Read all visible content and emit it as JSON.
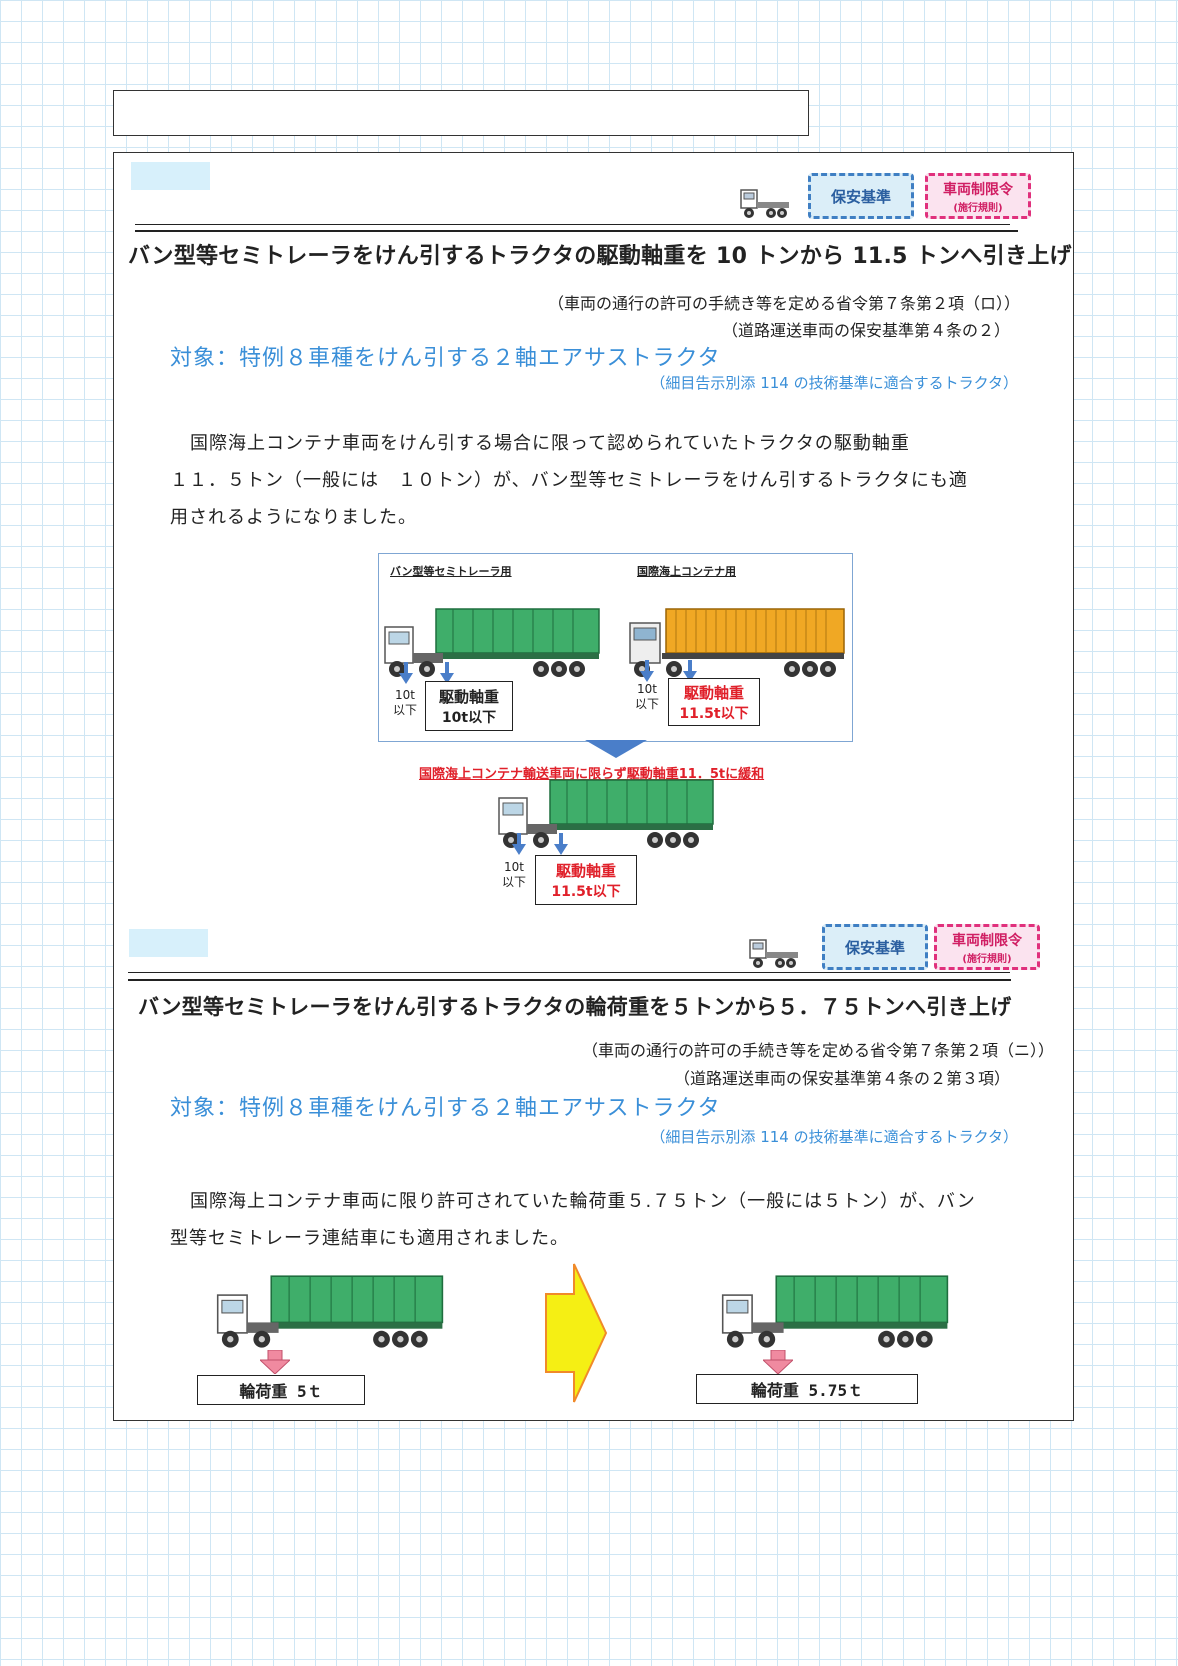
{
  "badges": {
    "safety_standard": "保安基準",
    "vehicle_restriction": "車両制限令",
    "vehicle_restriction_sub": "(施行規則)"
  },
  "section1": {
    "title": "バン型等セミトレーラをけん引するトラクタの駆動軸重を 10 トンから 11.5 トンへ引き上げ",
    "ref1": "（車両の通行の許可の手続き等を定める省令第７条第２項（ロ））",
    "ref2": "（道路運送車両の保安基準第４条の２）",
    "target": "対象：特例８車種をけん引する２軸エアサストラクタ",
    "target_note": "（細目告示別添 114 の技術基準に適合するトラクタ）",
    "body_line1": "国際海上コンテナ車両をけん引する場合に限って認められていたトラクタの駆動軸重",
    "body_line2": "１１．５トン（一般には　１０トン）が、バン型等セミトレーラをけん引するトラクタにも適",
    "body_line3": "用されるようになりました。",
    "figure": {
      "left_caption": "バン型等セミトレーラ用",
      "right_caption": "国際海上コンテナ用",
      "steer_weight": "10t",
      "steer_below": "以下",
      "drive_label": "駆動軸重",
      "left_drive_value": "10t以下",
      "right_drive_value": "11.5t以下",
      "relax_caption": "国際海上コンテナ輸送車両に限らず駆動軸重11．5tに緩和",
      "result_drive_value": "11.5t以下"
    }
  },
  "section2": {
    "title": "バン型等セミトレーラをけん引するトラクタの輪荷重を５トンから５．７５トンへ引き上げ",
    "ref1": "（車両の通行の許可の手続き等を定める省令第７条第２項（ニ））",
    "ref2": "（道路運送車両の保安基準第４条の２第３項）",
    "target": "対象：特例８車種をけん引する２軸エアサストラクタ",
    "target_note": "（細目告示別添 114 の技術基準に適合するトラクタ）",
    "body_line1": "国際海上コンテナ車両に限り許可されていた輪荷重５.７５トン（一般には５トン）が、バン",
    "body_line2": "型等セミトレーラ連結車にも適用されました。",
    "figure": {
      "before_label": "輪荷重 5ｔ",
      "after_label": "輪荷重 5.75ｔ"
    }
  },
  "colors": {
    "trailer_green": "#3fae6a",
    "container_orange": "#f0a824",
    "accent_blue": "#3a8fd8",
    "arrow_blue": "#4a7ec9",
    "arrow_pink": "#f08aa0",
    "arrow_yellow": "#f5ef14",
    "red_text": "#e0202a"
  }
}
